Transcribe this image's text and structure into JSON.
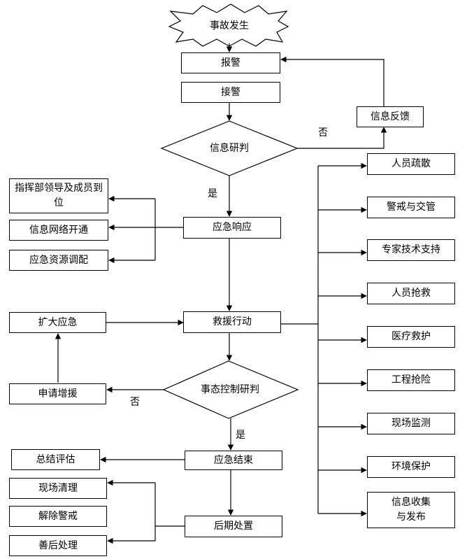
{
  "flow": {
    "start": "事故发生",
    "report": "报警",
    "receive": "接警",
    "judge": "信息研判",
    "feedback": "信息反馈",
    "response": "应急响应",
    "rescue": "救援行动",
    "control_judge": "事态控制研判",
    "end": "应急结束",
    "aftermath": "后期处置"
  },
  "left_actions": {
    "command": "指挥部领导及成员到位",
    "network": "信息网络开通",
    "resources": "应急资源调配",
    "expand": "扩大应急",
    "request": "申请增援",
    "summary": "总结评估",
    "cleanup": "现场清理",
    "lift": "解除警戒",
    "rehab": "善后处理"
  },
  "right_actions": [
    "人员疏散",
    "警戒与交管",
    "专家技术支持",
    "人员抢救",
    "医疗救护",
    "工程抢险",
    "现场监测",
    "环境保护",
    "信息收集与发布"
  ],
  "labels": {
    "no_top": "否",
    "yes_top": "是",
    "no_bottom": "否",
    "yes_bottom": "是"
  }
}
